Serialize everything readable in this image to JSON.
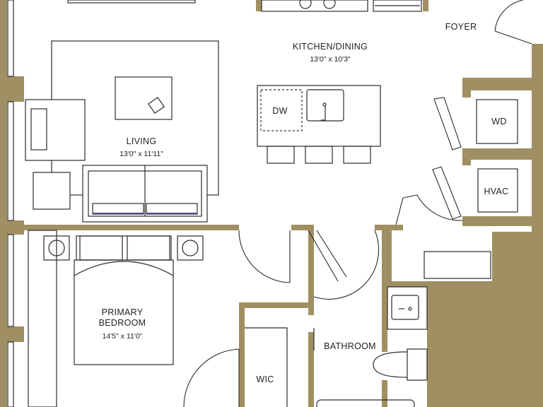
{
  "colors": {
    "wall": "#a08f62",
    "line": "#2b2b2b",
    "floor": "#ffffff",
    "text": "#222222"
  },
  "rooms": {
    "foyer": {
      "name": "FOYER"
    },
    "kitchen": {
      "name": "KITCHEN/DINING",
      "dim": "13'0\" x 10'3\""
    },
    "living": {
      "name": "LIVING",
      "dim": "13'0\" x 11'11\""
    },
    "bedroom": {
      "name_line1": "PRIMARY",
      "name_line2": "BEDROOM",
      "dim": "14'5\" x 11'0\""
    },
    "bathroom": {
      "name": "BATHROOM"
    },
    "wic": {
      "name": "WIC"
    }
  },
  "fixtures": {
    "dw": "DW",
    "wd": "WD",
    "hvac": "HVAC"
  }
}
